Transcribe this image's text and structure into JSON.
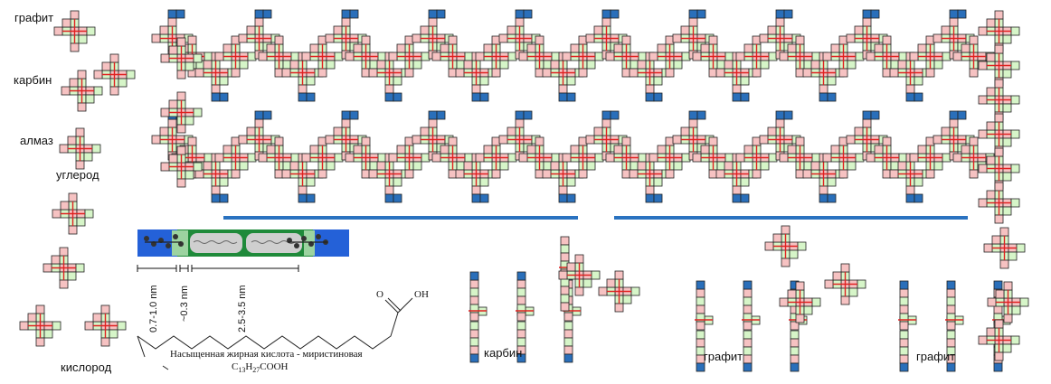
{
  "labels": {
    "graphite_top": "графит",
    "carbyne_left": "карбин",
    "diamond": "алмаз",
    "carbon": "углерод",
    "oxygen": "кислород",
    "carbyne_bottom": "карбин",
    "graphite_bottom_1": "графит",
    "graphite_bottom_2": "графит"
  },
  "membrane": {
    "dims": [
      "0.7-1.0 nm",
      "~0.3 nm",
      "2.5-3.5 nm"
    ]
  },
  "fatty_acid": {
    "caption": "Насыщенная жирная кислота - миристиновая",
    "formula": {
      "base": "C",
      "sub1": "13",
      "mid": "H",
      "sub2": "27",
      "tail": "COOH"
    },
    "atom_o": "O",
    "atom_oh": "OH"
  },
  "colors": {
    "pink": "#f6c2c2",
    "green": "#d6f5c8",
    "blue": "#2a6fba",
    "red_bond": "#e02020",
    "bar_blue": "#2a72c0",
    "membrane_blue": "#2461d8",
    "membrane_green": "#1f8a3a"
  }
}
